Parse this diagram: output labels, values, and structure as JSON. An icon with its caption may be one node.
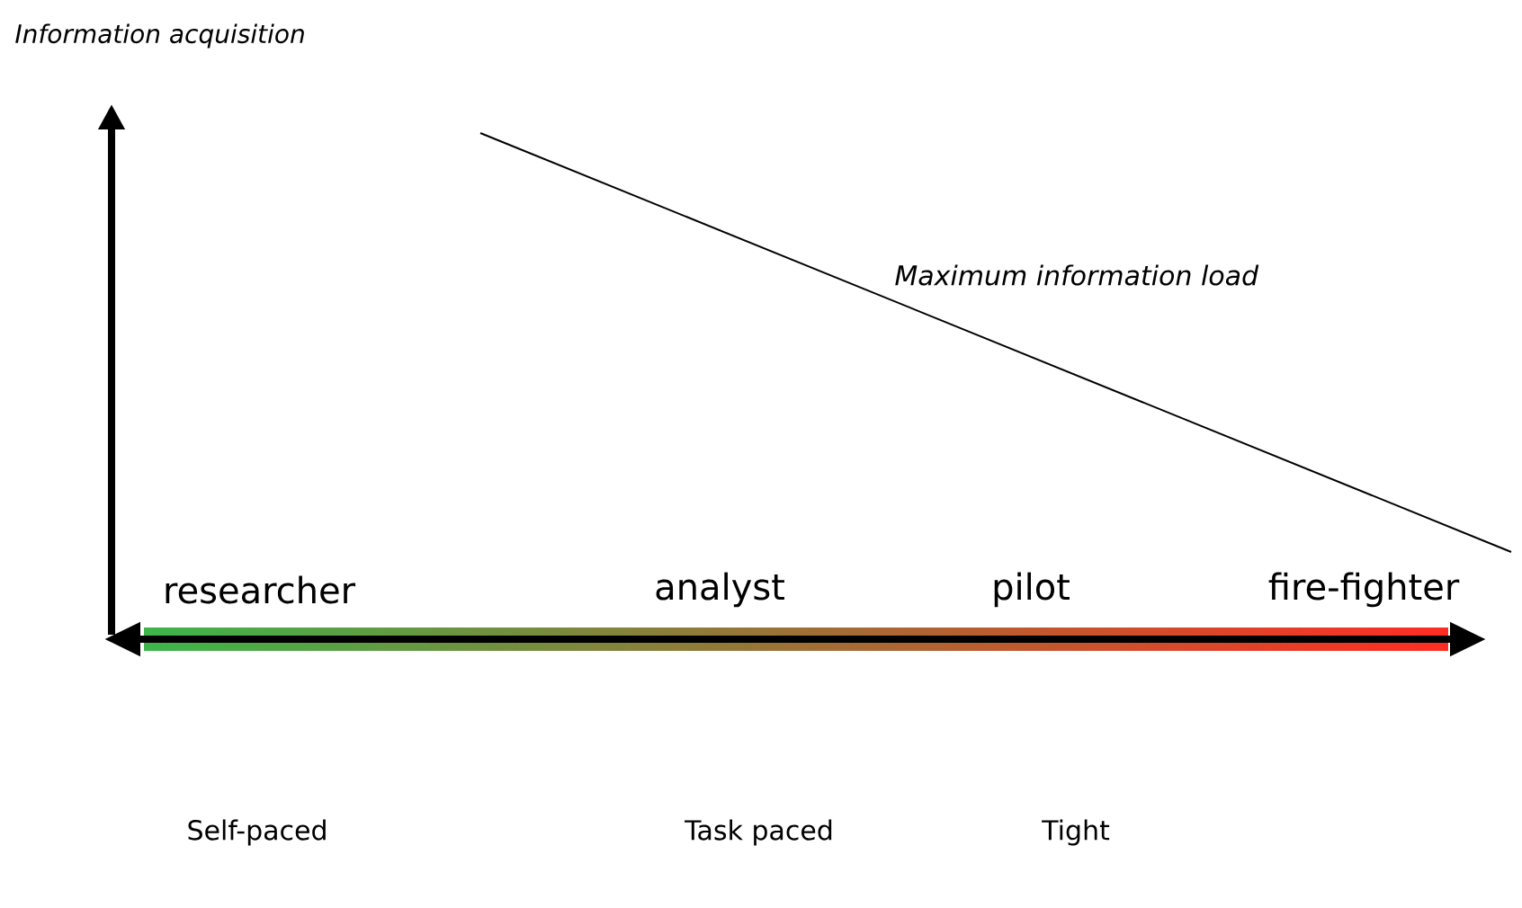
{
  "diagram": {
    "labels": [
      "Information acquisition",
      "Maximum information load",
      "researcher",
      "analyst",
      "pilot",
      "fire-fighter",
      "Self-paced",
      "Task paced",
      "Tight"
    ]
  }
}
